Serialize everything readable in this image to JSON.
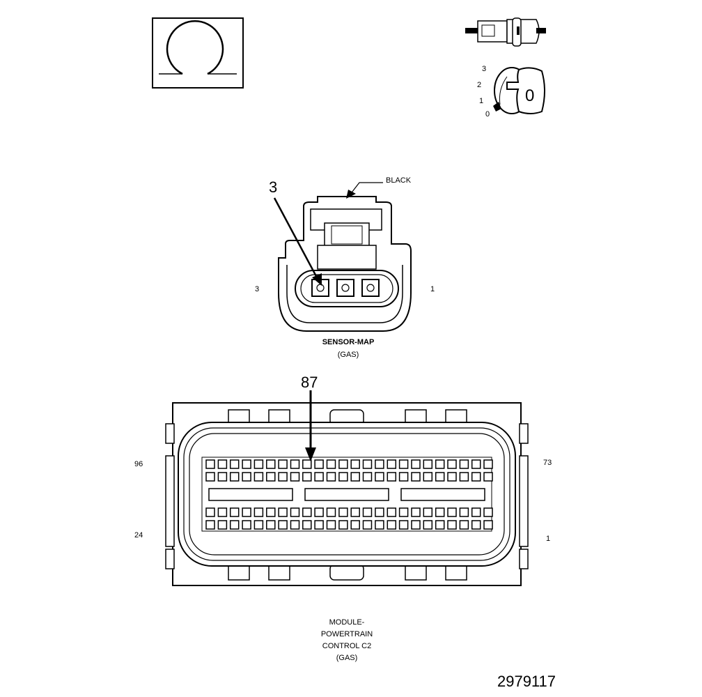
{
  "ohm_symbol": "Ω",
  "dial": {
    "marks": [
      "3",
      "2",
      "1",
      "0"
    ],
    "selected": "0"
  },
  "sensor_map": {
    "callout": "3",
    "color_label": "BLACK",
    "pin_left": "3",
    "pin_right": "1",
    "title": "SENSOR-MAP",
    "subtitle": "(GAS)"
  },
  "pcm": {
    "callout": "87",
    "pin_top_left": "96",
    "pin_bottom_left": "24",
    "pin_top_right": "73",
    "pin_bottom_right": "1",
    "title_lines": [
      "MODULE-",
      "POWERTRAIN",
      "CONTROL C2",
      "(GAS)"
    ]
  },
  "figure_id": "2979117",
  "colors": {
    "line": "#000000",
    "background": "#ffffff",
    "pin_fill": "#ffffff"
  }
}
